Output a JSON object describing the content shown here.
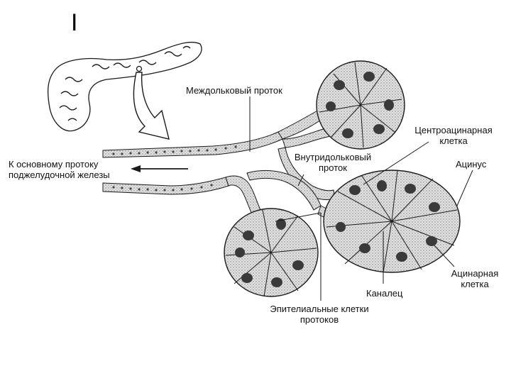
{
  "figure": {
    "marker": "I",
    "labels": {
      "interlobular_duct": "Междольковый проток",
      "centroacinar_line1": "Центроацинарная",
      "centroacinar_line2": "клетка",
      "main_duct_line1": "К основному протоку",
      "main_duct_line2": "поджелудочной железы",
      "intralobular_line1": "Внутридольковый",
      "intralobular_line2": "проток",
      "acinus": "Ацинус",
      "acinar_line1": "Ацинарная",
      "acinar_line2": "клетка",
      "canaliculus": "Каналец",
      "epithelial_line1": "Эпителиальные клетки",
      "epithelial_line2": "протоков"
    }
  },
  "colors": {
    "ink": "#1a1a1a",
    "stipple_fill": "#d6d6d6",
    "cell_fill": "#c4c4c4",
    "nucleus": "#3a3a3a",
    "background": "#ffffff"
  }
}
